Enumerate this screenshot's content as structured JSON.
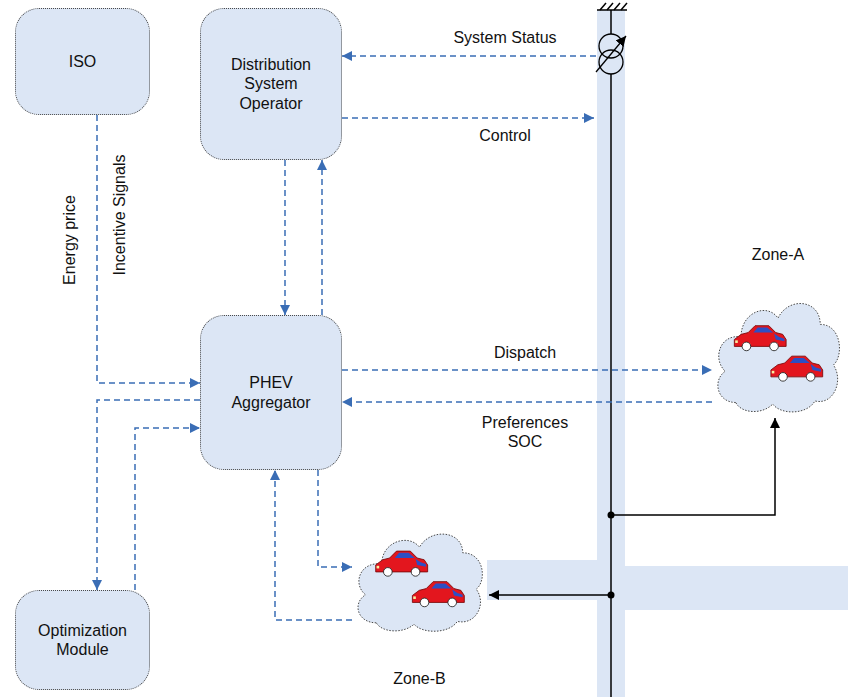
{
  "diagram": {
    "nodes": [
      {
        "text": [
          "ISO"
        ]
      },
      {
        "text": [
          "Distribution System Operator"
        ]
      },
      {
        "text": [
          "PHEV Aggregator"
        ]
      },
      {
        "text": [
          "Optimization Module"
        ]
      },
      {
        "text": [
          "Zone-A"
        ]
      },
      {
        "text": [
          "Zone-B"
        ]
      }
    ],
    "edges": [
      {
        "from": 0,
        "to": 2,
        "label": "Energy price",
        "arrow": "to"
      },
      {
        "from": 1,
        "to": 2,
        "arrow": "to"
      },
      {
        "from": 2,
        "to": 1,
        "arrow": "to"
      },
      {
        "from": 2,
        "to": 4,
        "label": "Dispatch",
        "arrow": "to"
      },
      {
        "from": 4,
        "to": 2,
        "label": "Preferences SOC",
        "arrow": "to"
      },
      {
        "from": 2,
        "to": 3,
        "arrow": "to"
      },
      {
        "from": 3,
        "to": 2,
        "arrow": "to"
      },
      {
        "from": 2,
        "to": 5,
        "arrow": "to"
      },
      {
        "from": 5,
        "to": 2,
        "arrow": "to"
      }
    ],
    "labels": [
      "System Status",
      "Control",
      "Incentive Signals"
    ]
  }
}
